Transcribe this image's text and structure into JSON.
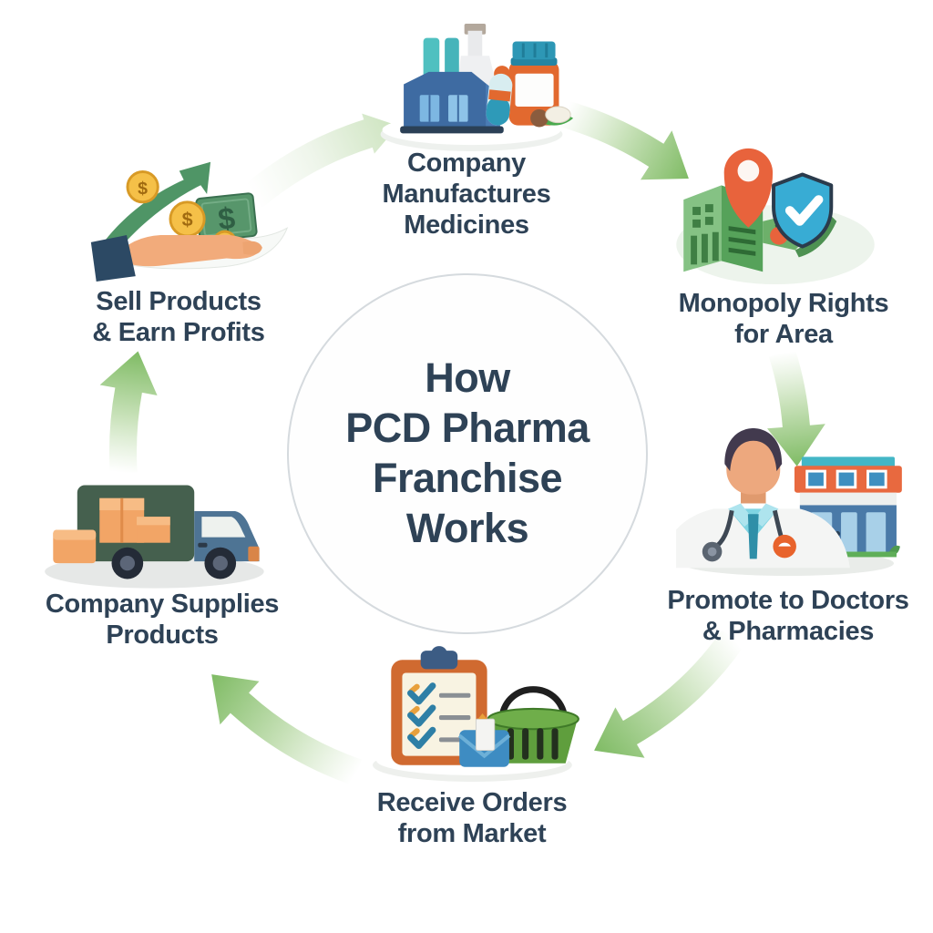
{
  "title": {
    "lines": [
      "How",
      "PCD Pharma",
      "Franchise",
      "Works"
    ]
  },
  "steps": [
    {
      "id": "manufacture",
      "icon": "factory-medicines-icon",
      "label_lines": [
        "Company",
        "Manufactures",
        "Medicines"
      ]
    },
    {
      "id": "monopoly",
      "icon": "map-shield-icon",
      "label_lines": [
        "Monopoly Rights",
        "for Area"
      ]
    },
    {
      "id": "promote",
      "icon": "doctor-pharmacy-icon",
      "label_lines": [
        "Promote to Doctors",
        "& Pharmacies"
      ]
    },
    {
      "id": "orders",
      "icon": "clipboard-basket-icon",
      "label_lines": [
        "Receive Orders",
        "from Market"
      ]
    },
    {
      "id": "supply",
      "icon": "delivery-truck-icon",
      "label_lines": [
        "Company Supplies",
        "Products"
      ]
    },
    {
      "id": "sell",
      "icon": "hand-money-icon",
      "label_lines": [
        "Sell Products",
        "& Earn Profits"
      ]
    }
  ],
  "colors": {
    "text": "#2e4256",
    "arrow_dark": "#7fbb64",
    "arrow_mid": "#c9e2ba",
    "arrow_light": "#ffffff",
    "circle_border": "#d5dade",
    "accent_orange": "#e8673a",
    "accent_teal": "#3aaed6",
    "accent_green": "#5aa55e",
    "accent_blue": "#3e6ea5"
  }
}
